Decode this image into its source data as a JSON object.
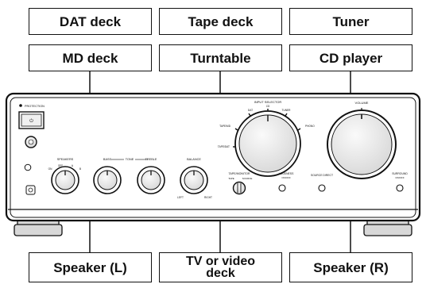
{
  "devices": {
    "dat_deck": "DAT deck",
    "tape_deck": "Tape deck",
    "tuner": "Tuner",
    "md_deck": "MD deck",
    "turntable": "Turntable",
    "cd_player": "CD player",
    "speaker_l": "Speaker (L)",
    "tv_video_line1": "TV or video",
    "tv_video_line2": "deck",
    "speaker_r": "Speaker (R)"
  },
  "amplifier": {
    "protection": "PROTECTION",
    "input_selector": "INPUT SELECTOR",
    "volume": "VOLUME",
    "speakers": "SPEAKERS",
    "bass": "BASS",
    "tone": "TONE",
    "treble": "TREBLE",
    "balance": "BALANCE",
    "tape_monitor": "TAPE/MONITOR",
    "loudness": "LOUDNESS",
    "source_direct": "SOURCE DIRECT",
    "surround": "SURROUND",
    "inputs": [
      "DAT",
      "CD",
      "TUNER",
      "PHONO",
      "TAPE/MD",
      "TAPE/DAT"
    ],
    "marks": {
      "on": "ON",
      "off": "OFF",
      "a": "A",
      "b": "B",
      "left": "LEFT",
      "right": "RIGHT",
      "tape": "TAPE",
      "source": "SOURCE",
      "on_off": "ON/OFF"
    }
  }
}
